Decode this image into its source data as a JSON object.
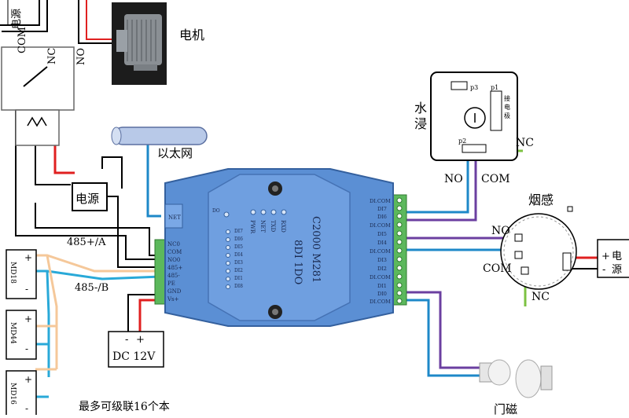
{
  "motor": {
    "label": "电机"
  },
  "power_top": {
    "label": "电源"
  },
  "relay": {
    "com": "COM",
    "nc": "NC",
    "no": "NO"
  },
  "power_mid": {
    "label": "电源"
  },
  "ethernet": {
    "label": "以太网"
  },
  "module": {
    "model": "C2000 M281",
    "spec": "8DI 1DO",
    "leds": [
      "RXD",
      "TXD",
      "NET",
      "PWR"
    ],
    "di_leds": [
      "DI1",
      "DI2",
      "DI3",
      "DI4",
      "DI5",
      "DI6",
      "DI7",
      "DI8",
      "DO"
    ],
    "net_port": "NET",
    "left_terminals": [
      "NC0",
      "COM",
      "NO0",
      "485+",
      "485-",
      "PE",
      "GND",
      "Vs+"
    ],
    "right_terminals": [
      "DI.COM",
      "DI7",
      "DI6",
      "DI.COM",
      "DI5",
      "DI4",
      "DI.COM",
      "DI3",
      "DI2",
      "DI.COM",
      "DI1",
      "DI0",
      "DI.COM"
    ]
  },
  "water": {
    "label_top": "水",
    "label_bot": "浸",
    "p1": "p1",
    "p2": "p2",
    "p3": "p3",
    "probe": [
      "接",
      "电",
      "极"
    ],
    "no": "NO",
    "com": "COM",
    "nc": "NC"
  },
  "smoke": {
    "label": "烟感",
    "no": "NO",
    "com": "COM",
    "nc": "NC"
  },
  "power_right": {
    "plus": "+",
    "minus": "-",
    "label_top": "电",
    "label_bot": "源"
  },
  "door": {
    "label": "门磁"
  },
  "bus": {
    "a": "485+/A",
    "b": "485-/B",
    "note": "最多可级联16个本"
  },
  "md_modules": [
    {
      "label": "MD18",
      "plus": "+",
      "minus": "-"
    },
    {
      "label": "MD44",
      "plus": "+",
      "minus": "-"
    },
    {
      "label": "MD16",
      "plus": "+",
      "minus": "-"
    }
  ],
  "dc": {
    "label": "DC 12V",
    "minus": "-",
    "plus": "+"
  },
  "colors": {
    "module_blue": "#5b8fd4",
    "terminal_green": "#5cb85c",
    "wire_purple": "#6b3fa0",
    "wire_blue": "#1e88c8",
    "wire_red": "#e02020",
    "wire_peach": "#f5c89a",
    "wire_cyan": "#29a9d8",
    "wire_green": "#7cc242"
  }
}
